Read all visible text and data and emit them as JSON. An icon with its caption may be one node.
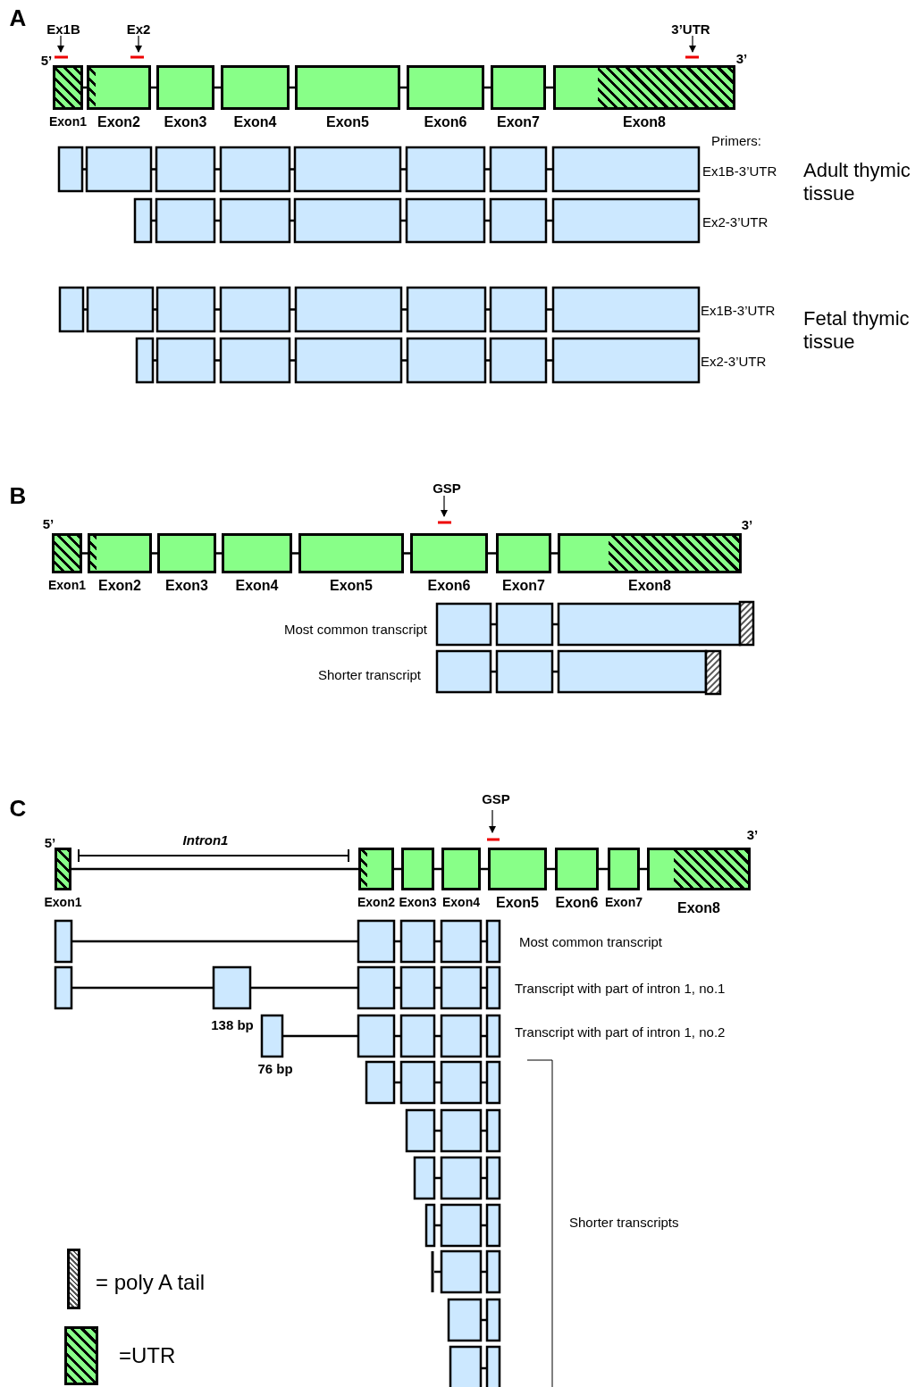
{
  "diagram": {
    "nodes": [
      {
        "text": [
          "Exon1"
        ]
      },
      {
        "text": [
          "Exon2"
        ]
      },
      {
        "text": [
          "Exon3"
        ]
      },
      {
        "text": [
          "Exon4"
        ]
      },
      {
        "text": [
          "Exon5"
        ]
      },
      {
        "text": [
          "Exon6"
        ]
      },
      {
        "text": [
          "Exon7"
        ]
      },
      {
        "text": [
          "Exon8"
        ]
      },
      {
        "text": [
          "Exon1"
        ]
      },
      {
        "text": [
          "Exon2"
        ]
      },
      {
        "text": [
          "Exon3"
        ]
      },
      {
        "text": [
          "Exon4"
        ]
      },
      {
        "text": [
          "Exon5"
        ]
      },
      {
        "text": [
          "Exon6"
        ]
      },
      {
        "text": [
          "Exon7"
        ]
      },
      {
        "text": [
          "Exon8"
        ]
      },
      {
        "text": [
          "Exon1"
        ]
      },
      {
        "text": [
          "Exon2"
        ]
      },
      {
        "text": [
          "Exon3"
        ]
      },
      {
        "text": [
          "Exon4"
        ]
      },
      {
        "text": [
          "Exon5"
        ]
      },
      {
        "text": [
          "Exon6"
        ]
      },
      {
        "text": [
          "Exon7"
        ]
      },
      {
        "text": [
          "Exon8"
        ]
      }
    ],
    "edges": [
      {
        "from": 0,
        "to": 1,
        "arrow": "none"
      },
      {
        "from": 1,
        "to": 2,
        "arrow": "none"
      },
      {
        "from": 2,
        "to": 3,
        "arrow": "none"
      },
      {
        "from": 3,
        "to": 4,
        "arrow": "none"
      },
      {
        "from": 4,
        "to": 5,
        "arrow": "none"
      },
      {
        "from": 5,
        "to": 6,
        "arrow": "none"
      },
      {
        "from": 6,
        "to": 7,
        "arrow": "none"
      },
      {
        "from": 8,
        "to": 9,
        "arrow": "none"
      },
      {
        "from": 9,
        "to": 10,
        "arrow": "none"
      },
      {
        "from": 10,
        "to": 11,
        "arrow": "none"
      },
      {
        "from": 11,
        "to": 12,
        "arrow": "none"
      },
      {
        "from": 12,
        "to": 13,
        "arrow": "none"
      },
      {
        "from": 13,
        "to": 14,
        "arrow": "none"
      },
      {
        "from": 14,
        "to": 15,
        "arrow": "none"
      },
      {
        "from": 16,
        "to": 17,
        "arrow": "none"
      },
      {
        "from": 17,
        "to": 18,
        "arrow": "none"
      },
      {
        "from": 18,
        "to": 19,
        "arrow": "none"
      },
      {
        "from": 19,
        "to": 20,
        "arrow": "none"
      },
      {
        "from": 20,
        "to": 21,
        "arrow": "none"
      },
      {
        "from": 21,
        "to": 22,
        "arrow": "none"
      },
      {
        "from": 22,
        "to": 23,
        "arrow": "none"
      }
    ],
    "labels": [
      "A",
      "Ex1B",
      "Ex2",
      "3’UTR",
      "5’",
      "3’",
      "Primers:",
      "Ex1B-3’UTR",
      "Adult thymic tissue",
      "Ex2-3’UTR",
      "Ex1B-3’UTR",
      "Fetal thymic tissue",
      "Ex2-3’UTR",
      "B",
      "GSP",
      "5’",
      "3’",
      "Most common transcript",
      "Shorter transcript",
      "C",
      "GSP",
      "5’",
      "Intron1",
      "3’",
      "Most common transcript",
      "Transcript with part of intron 1, no.1",
      "138 bp",
      "Transcript with part of intron 1, no.2",
      "76 bp",
      "Shorter transcripts"
    ],
    "legend": [
      {
        "text": "= poly A tail"
      },
      {
        "text": "=UTR"
      }
    ]
  }
}
